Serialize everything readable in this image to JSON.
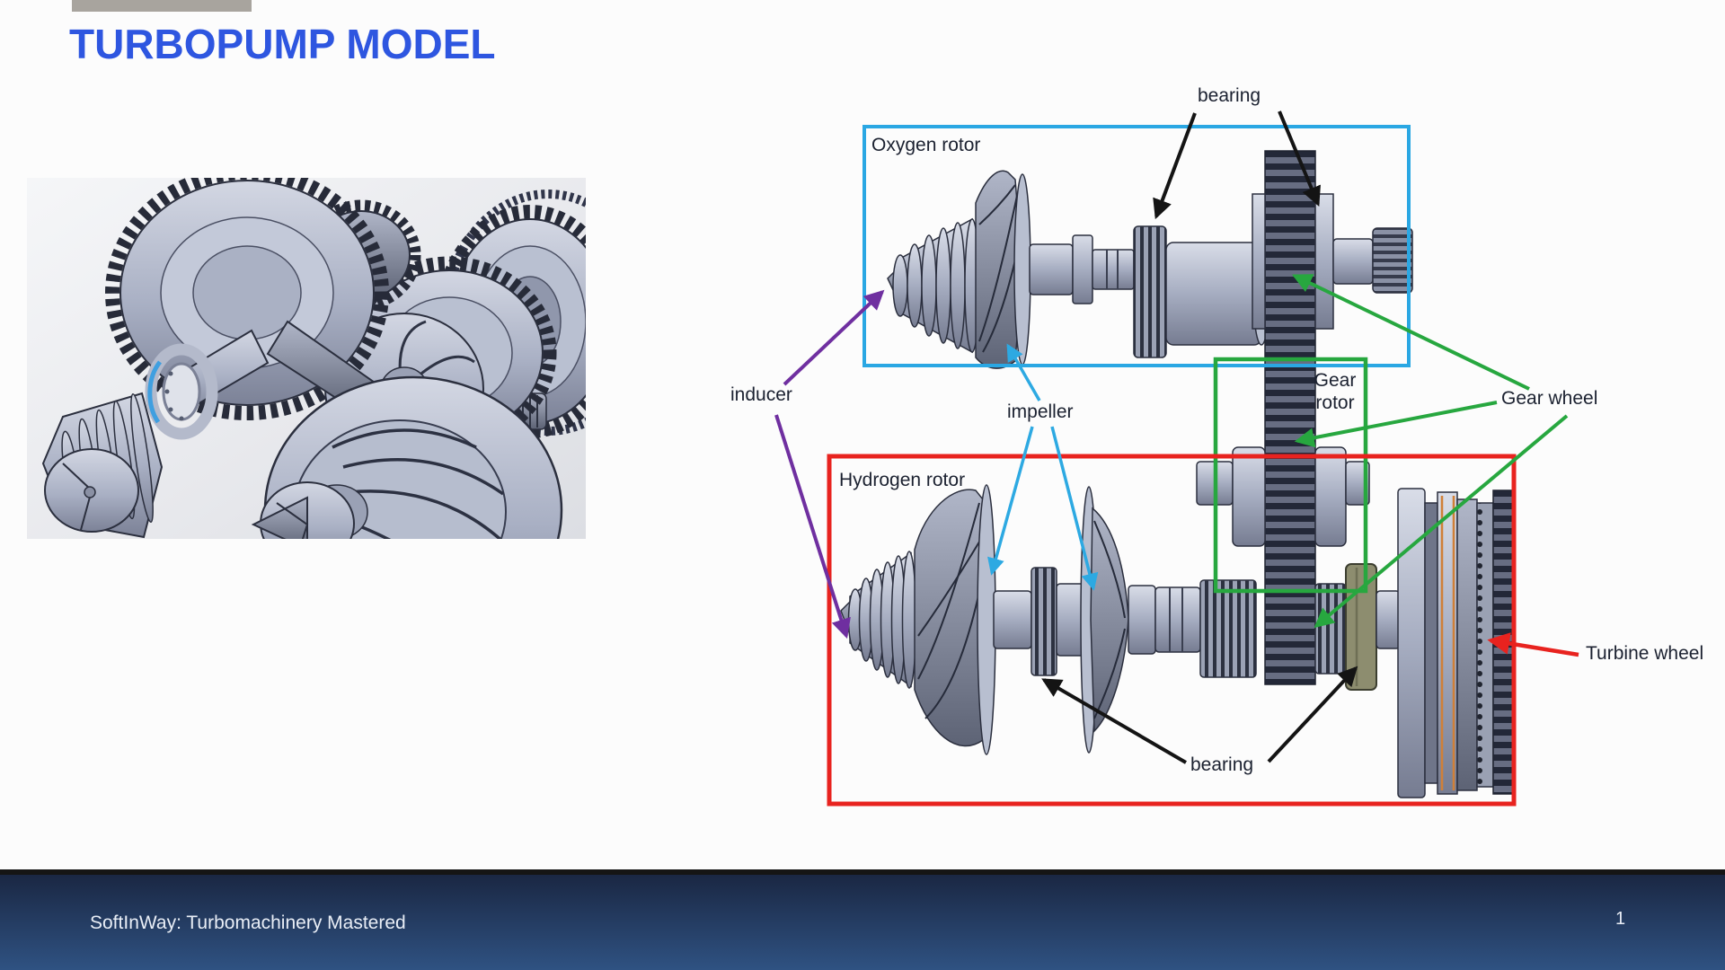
{
  "slide": {
    "title": "TURBOPUMP MODEL",
    "title_color": "#2e56e0",
    "accent_bar_color": "#a8a49e",
    "background": "#fcfcfc"
  },
  "cad_view": {
    "description": "3D CAD exploded view of turbopump rotor assemblies",
    "body_color": "#a9b0c6",
    "edge_color": "#2b2f3e",
    "accent_colors": {
      "bearing_ring_blue": "#3f9fe0",
      "seal_yellow": "#cdc13b",
      "pin_magenta": "#c62fd0",
      "bushing_olive": "#8d8d6f"
    }
  },
  "diagram": {
    "boxes": {
      "oxygen": {
        "label": "Oxygen rotor",
        "color": "#2aa7e3"
      },
      "hydrogen": {
        "label": "Hydrogen rotor",
        "color": "#e8231f"
      },
      "gear": {
        "label": "Gear rotor",
        "color": "#27a73f"
      }
    },
    "labels": {
      "bearing_top": "bearing",
      "inducer": "inducer",
      "impeller": "impeller",
      "gear_wheel": "Gear wheel",
      "turbine_wheel": "Turbine wheel",
      "bearing_bottom": "bearing"
    },
    "arrow_colors": {
      "callout_black": "#141414",
      "impeller_cyan": "#2da9e2",
      "inducer_purple": "#6f2fa0",
      "gear_green": "#27a73f",
      "turbine_red": "#e8231f"
    }
  },
  "footer": {
    "text": "SoftInWay: Turbomachinery Mastered",
    "page_number": "1",
    "bar_top_color": "#1a2743",
    "bar_bottom_color": "#2f5282"
  }
}
